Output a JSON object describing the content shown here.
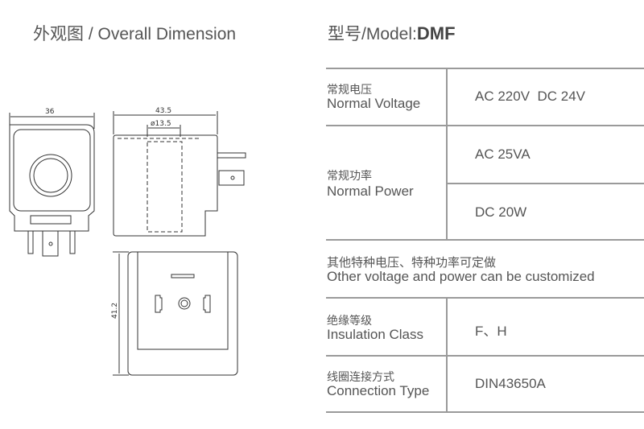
{
  "left_title": "外观图 / Overall Dimension",
  "model": {
    "prefix": "型号/Model:",
    "name": "DMF"
  },
  "drawing": {
    "dim_width": "36",
    "dim_length": "43.5",
    "dim_core": "ø13.5",
    "dim_height": "41.2"
  },
  "table": {
    "voltage": {
      "cn": "常规电压",
      "en": "Normal Voltage",
      "value": "AC 220V  DC 24V"
    },
    "power": {
      "cn": "常规功率",
      "en": "Normal Power",
      "values": [
        "AC 25VA",
        "DC 20W"
      ]
    },
    "custom": {
      "cn": "其他特种电压、特种功率可定做",
      "en": "Other voltage and power can be customized"
    },
    "insulation": {
      "cn": "绝缘等级",
      "en": "Insulation Class",
      "value": "F、H"
    },
    "connection": {
      "cn": "线圈连接方式",
      "en": "Connection Type",
      "value": "DIN43650A"
    }
  }
}
